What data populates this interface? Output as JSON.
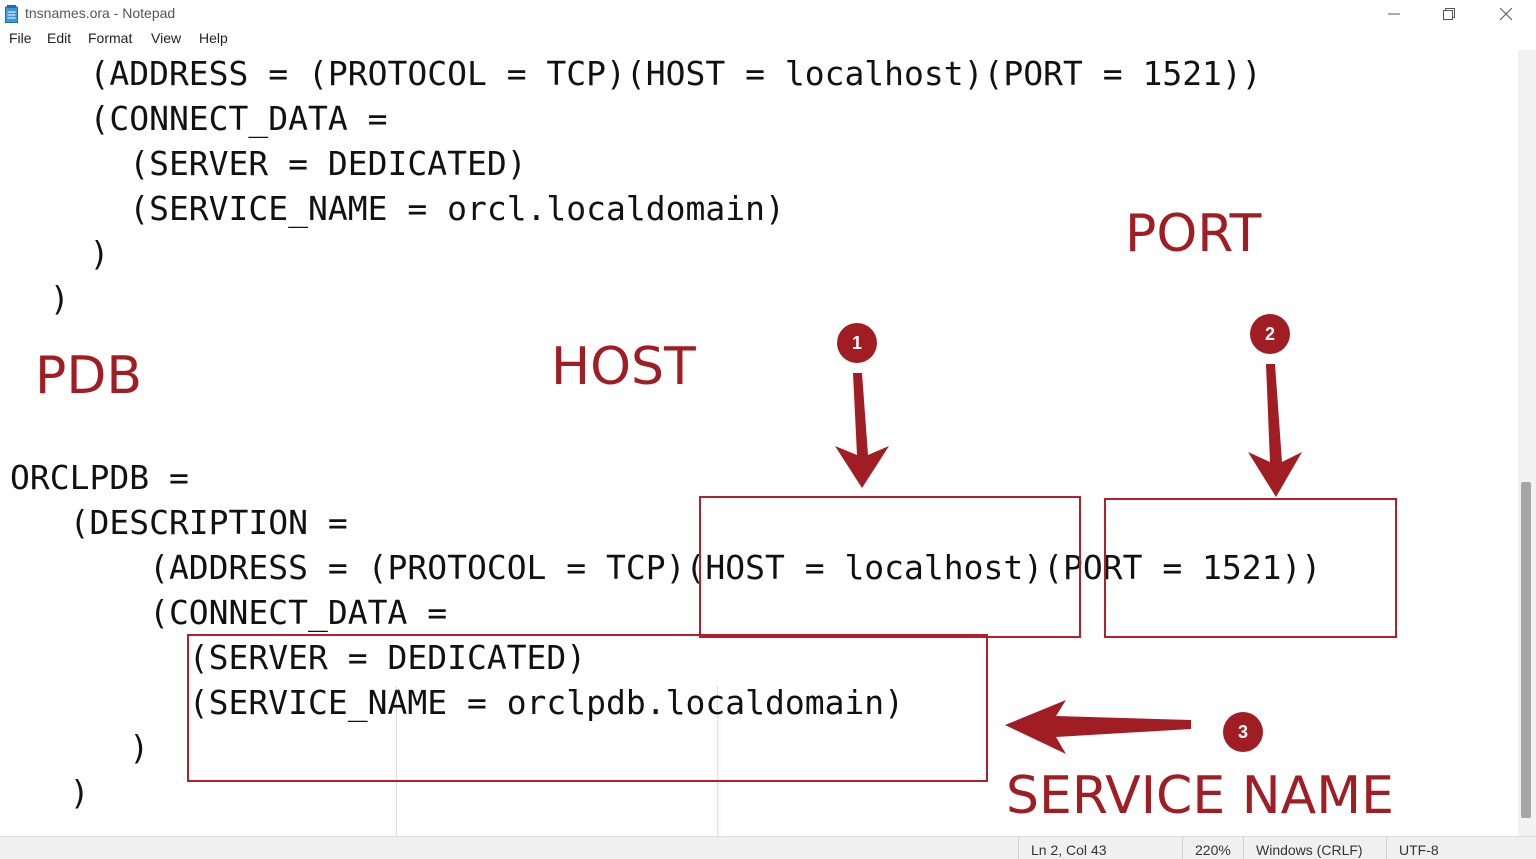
{
  "window": {
    "title": "tnsnames.ora - Notepad",
    "icon": "notepad-icon"
  },
  "menu": [
    "File",
    "Edit",
    "Format",
    "View",
    "Help"
  ],
  "code_lines": [
    "    (ADDRESS = (PROTOCOL = TCP)(HOST = localhost)(PORT = 1521))",
    "    (CONNECT_DATA =",
    "      (SERVER = DEDICATED)",
    "      (SERVICE_NAME = orcl.localdomain)",
    "    )",
    "  )",
    "ORCLPDB =",
    "   (DESCRIPTION =",
    "       (ADDRESS = (PROTOCOL = TCP)(HOST = localhost)(PORT = 1521))",
    "       (CONNECT_DATA =",
    "         (SERVER = DEDICATED)",
    "         (SERVICE_NAME = orclpdb.localdomain)",
    "      )",
    "   )"
  ],
  "annotations": {
    "port_label": "PORT",
    "pdb_label": "PDB",
    "host_label": "HOST",
    "service_name_label": "SERVICE NAME",
    "badges": [
      "1",
      "2",
      "3"
    ],
    "accent_color": "#a11d24"
  },
  "status": {
    "position": "Ln 2, Col 43",
    "zoom": "220%",
    "line_endings": "Windows (CRLF)",
    "encoding": "UTF-8"
  }
}
